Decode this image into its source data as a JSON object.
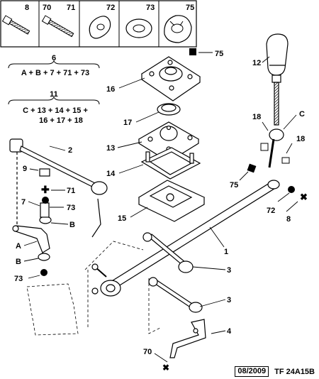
{
  "parts_strip": [
    {
      "ref": "8"
    },
    {
      "ref": "70"
    },
    {
      "ref": "71"
    },
    {
      "ref": "72"
    },
    {
      "ref": "73"
    },
    {
      "ref": "75"
    }
  ],
  "kits": [
    {
      "number": "6",
      "formula_line1": "A + B + 7 + 71 + 73",
      "formula_line2": ""
    },
    {
      "number": "11",
      "formula_line1": "C + 13 + 14 + 15 +",
      "formula_line2": "16 + 17 + 18"
    }
  ],
  "callouts": {
    "c75_top": "75",
    "c12": "12",
    "c16": "16",
    "c17": "17",
    "c13": "13",
    "c14": "14",
    "c15": "15",
    "c2": "2",
    "c9": "9",
    "c71": "71",
    "c7": "7",
    "c73a": "73",
    "cB1": "B",
    "cA": "A",
    "cB2": "B",
    "c73b": "73",
    "c18a": "18",
    "cC": "C",
    "c18b": "18",
    "c75_mid": "75",
    "c72": "72",
    "c8": "8",
    "c1": "1",
    "c3a": "3",
    "c3b": "3",
    "c4": "4",
    "c70": "70"
  },
  "footer": {
    "date": "08/2009",
    "code": "TF 24A15B"
  }
}
